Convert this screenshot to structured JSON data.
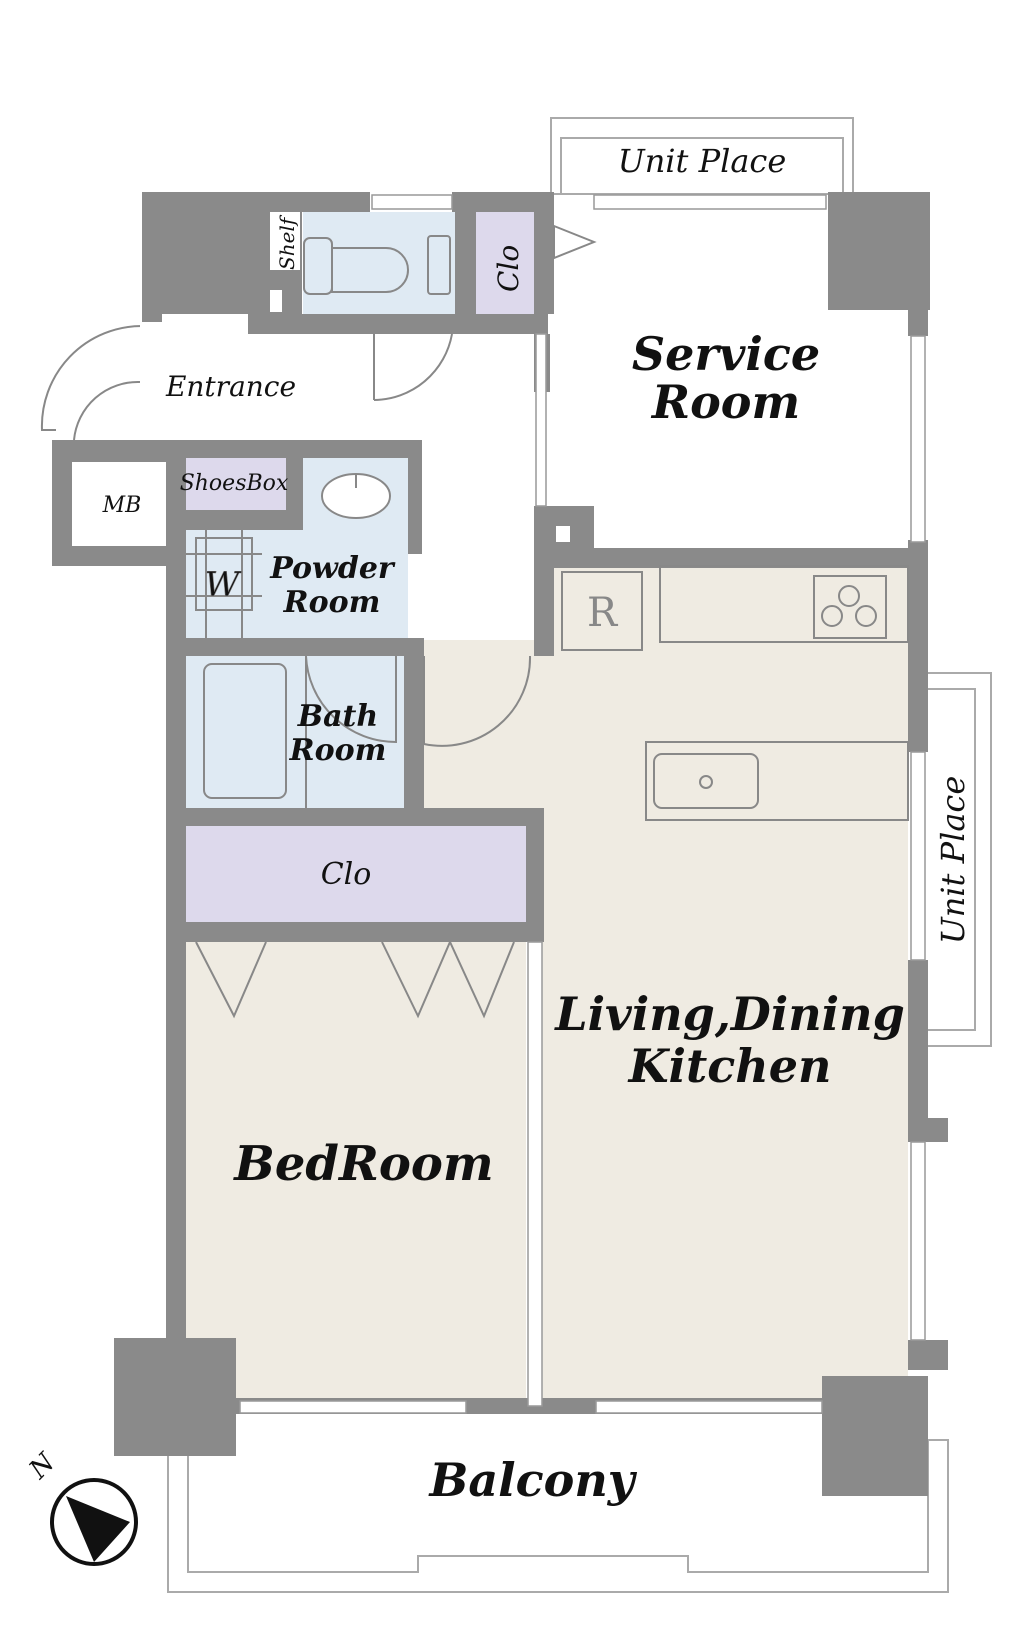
{
  "rooms": {
    "unit_place_top": "Unit Place",
    "service_room_line1": "Service",
    "service_room_line2": "Room",
    "shelf": "Shelf",
    "clo_top": "Clo",
    "entrance": "Entrance",
    "mb": "MB",
    "shoes_box": "ShoesBox",
    "washer": "W",
    "powder_room_line1": "Powder",
    "powder_room_line2": "Room",
    "bath_room_line1": "Bath",
    "bath_room_line2": "Room",
    "refrigerator": "R",
    "unit_place_right": "Unit Place",
    "clo_bedroom": "Clo",
    "ldk_line1": "Living,Dining",
    "ldk_line2": "Kitchen",
    "bedroom": "BedRoom",
    "balcony": "Balcony",
    "north": "N"
  },
  "colors": {
    "wall": "#8a8a8a",
    "wet_area": "#dfeaf3",
    "closet": "#ddd9ec",
    "floor": "#efebe2",
    "white": "#ffffff"
  }
}
